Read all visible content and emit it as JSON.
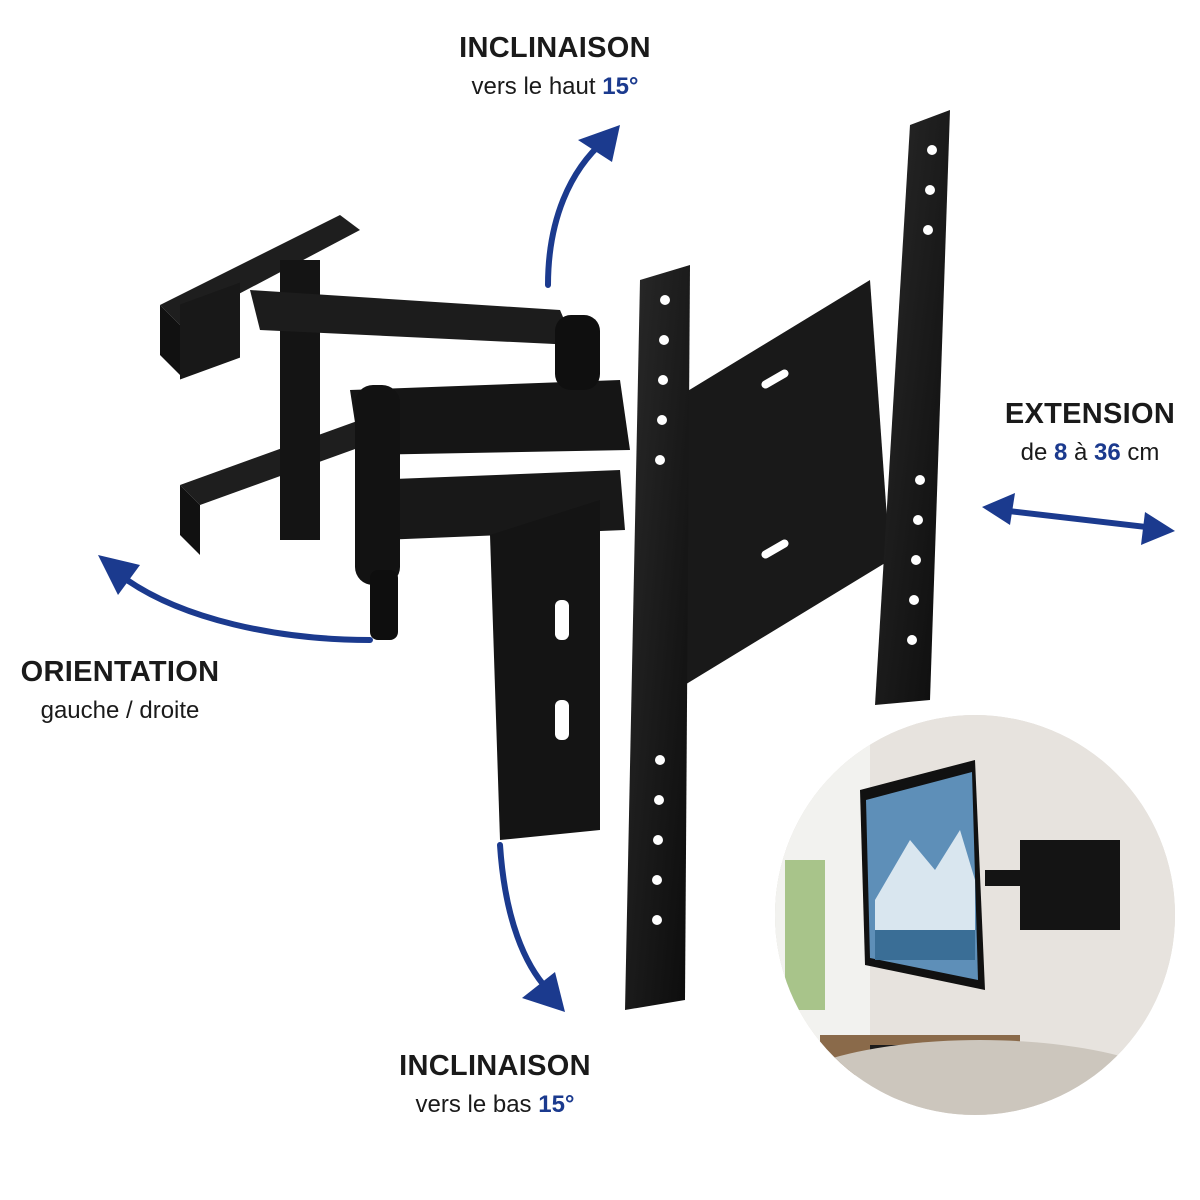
{
  "labels": {
    "tilt_up": {
      "title": "INCLINAISON",
      "sub_text": "vers le haut",
      "value": "15°"
    },
    "tilt_down": {
      "title": "INCLINAISON",
      "sub_text": "vers le bas",
      "value": "15°"
    },
    "orientation": {
      "title": "ORIENTATION",
      "sub_text": "gauche / droite"
    },
    "extension": {
      "title": "EXTENSION",
      "sub_pre": "de",
      "min": "8",
      "mid": "à",
      "max": "36",
      "unit": "cm"
    }
  },
  "colors": {
    "accent": "#1b3a8e",
    "bracket": "#151515",
    "text": "#1a1a1a"
  },
  "icons": [
    "arrow-up-icon",
    "arrow-down-icon",
    "arrow-left-icon",
    "double-arrow-icon"
  ]
}
